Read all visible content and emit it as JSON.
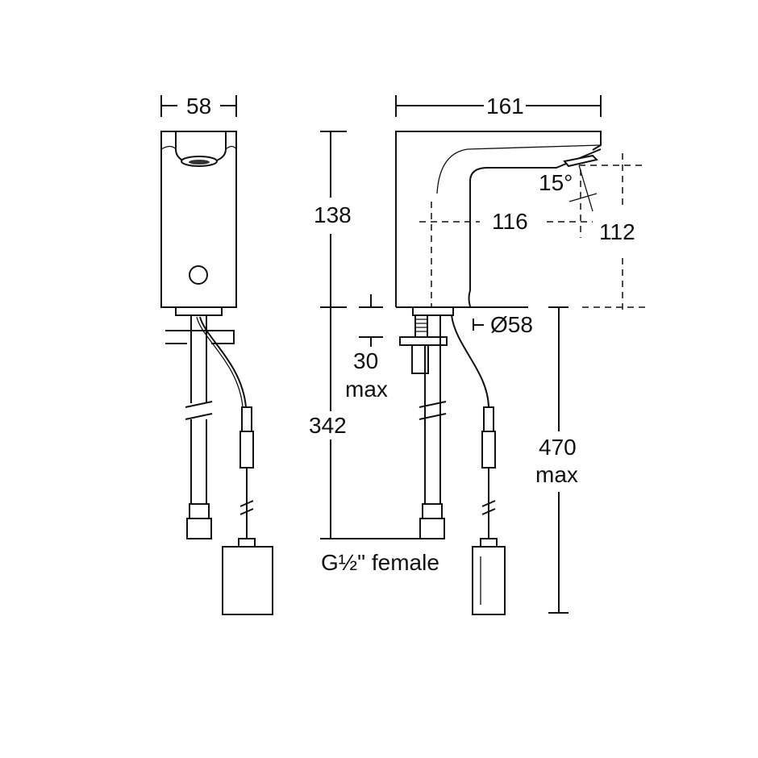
{
  "dimensions": {
    "front_width": "58",
    "side_width": "161",
    "height_body": "138",
    "spout_reach": "116",
    "spray_angle": "15°",
    "spout_height": "112",
    "base_diameter": "Ø58",
    "deck_thickness": "30",
    "deck_thickness_qual": "max",
    "hose_length": "342",
    "total_length": "470",
    "total_length_qual": "max",
    "connection": "G½\" female"
  }
}
